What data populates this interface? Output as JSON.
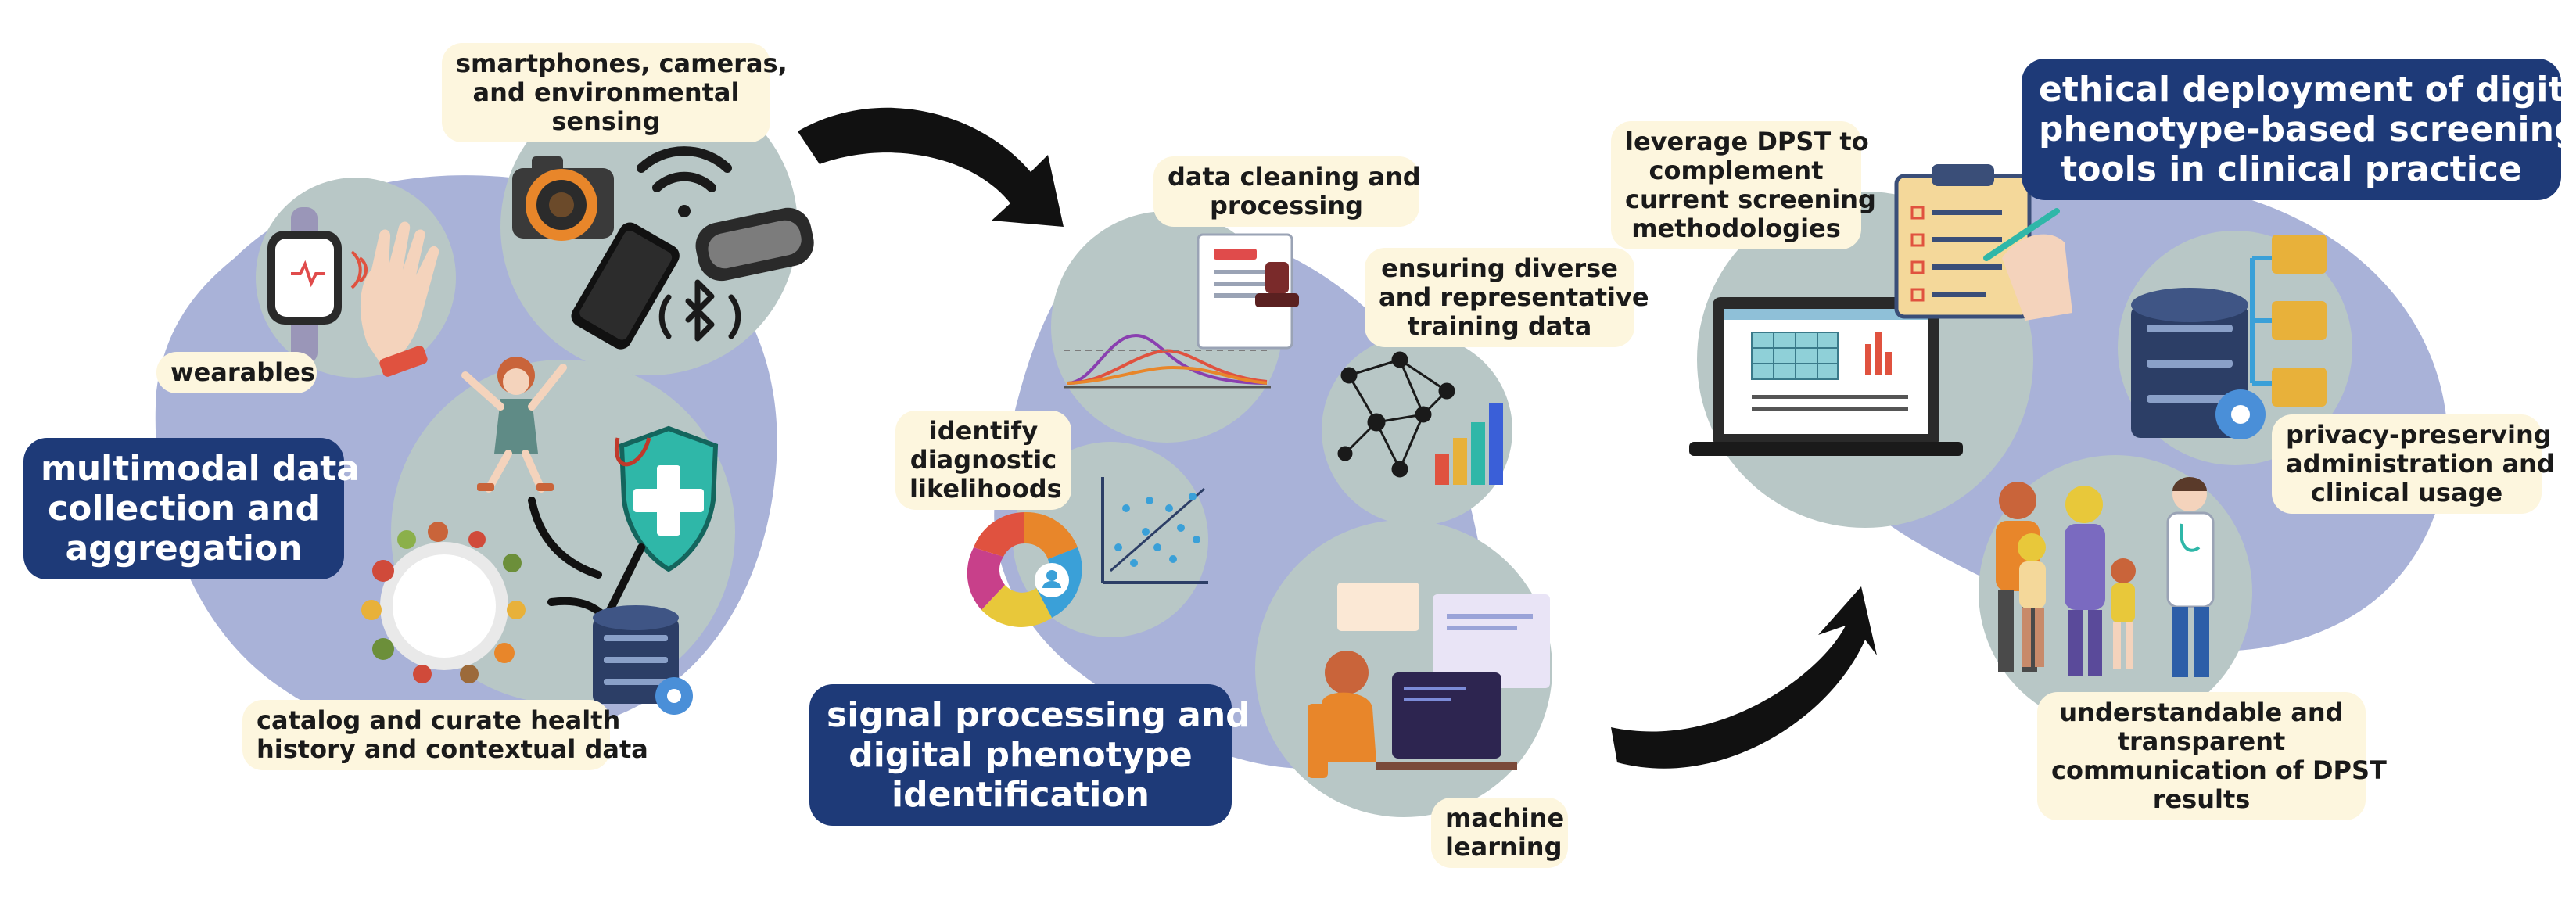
{
  "stages": [
    {
      "title": "multimodal data collection and aggregation",
      "title_lines": [
        "multimodal data",
        "collection and",
        "aggregation"
      ],
      "items": [
        {
          "lines": [
            "smartphones, cameras,",
            "and environmental",
            "sensing"
          ]
        },
        {
          "lines": [
            "wearables"
          ]
        },
        {
          "lines": [
            "catalog and curate health",
            "history and contextual data"
          ]
        }
      ]
    },
    {
      "title": "signal processing and digital phenotype identification",
      "title_lines": [
        "signal processing and",
        "digital phenotype",
        "identification"
      ],
      "items": [
        {
          "lines": [
            "data cleaning and",
            "processing"
          ]
        },
        {
          "lines": [
            "ensuring diverse",
            "and representative",
            "training data"
          ]
        },
        {
          "lines": [
            "identify",
            "diagnostic",
            "likelihoods"
          ]
        },
        {
          "lines": [
            "machine",
            "learning"
          ]
        }
      ]
    },
    {
      "title": "ethical deployment of digital phenotype-based screening tools in clinical practice",
      "title_lines": [
        "ethical deployment of digital",
        "phenotype-based screening",
        "tools in clinical practice"
      ],
      "items": [
        {
          "lines": [
            "leverage DPST to",
            "complement",
            "current screening",
            "methodologies"
          ]
        },
        {
          "lines": [
            "privacy-preserving",
            "administration and",
            "clinical usage"
          ]
        },
        {
          "lines": [
            "understandable and",
            "transparent",
            "communication of DPST",
            "results"
          ]
        }
      ]
    }
  ],
  "colors": {
    "blob": "#a9b2d8",
    "circle": "#b8c7c6",
    "title_bg": "#1e3a78",
    "label_bg": "#fdf6de",
    "arrow": "#111111"
  },
  "icons": [
    "smartwatch-icon",
    "hand-ring-icon",
    "camera-icon",
    "wifi-icon",
    "vr-headset-icon",
    "smartphone-icon",
    "bluetooth-icon",
    "child-jumping-icon",
    "shield-cross-icon",
    "plate-food-icon",
    "database-gear-icon",
    "document-stamp-icon",
    "distribution-chart-icon",
    "network-graph-icon",
    "bar-chart-icon",
    "scatter-plot-icon",
    "donut-chart-icon",
    "person-laptop-icon",
    "laptop-spreadsheet-icon",
    "clipboard-checklist-icon",
    "database-folders-icon",
    "family-doctor-icon"
  ]
}
